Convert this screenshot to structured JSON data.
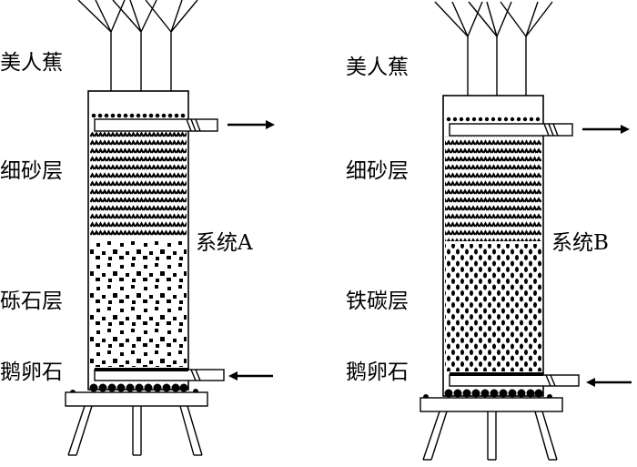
{
  "system_a": {
    "plant": "美人蕉",
    "fine_sand": "细砂层",
    "gravel": "砾石层",
    "cobble": "鹅卵石",
    "name": "系统A"
  },
  "system_b": {
    "plant": "美人蕉",
    "fine_sand": "细砂层",
    "iron_carbon": "铁碳层",
    "cobble": "鹅卵石",
    "name": "系统B"
  },
  "colors": {
    "ink": "#000000",
    "background": "#ffffff"
  }
}
